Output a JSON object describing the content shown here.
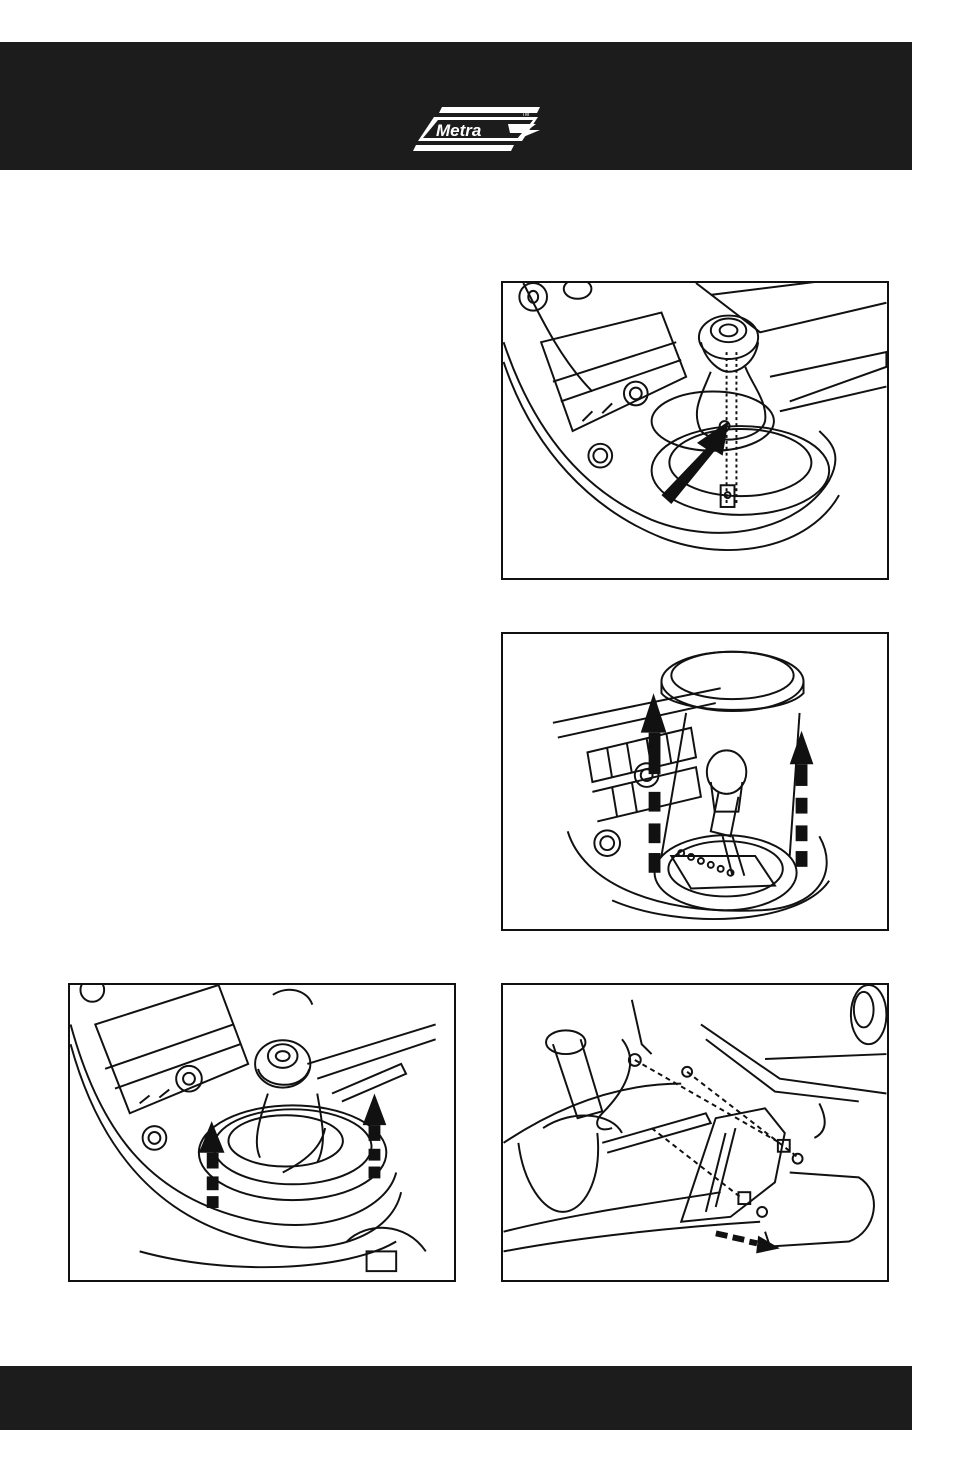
{
  "header": {
    "logo_text": "Metra",
    "logo_tm": "TM",
    "logo_icon": "metra-logo-icon"
  },
  "figures": [
    {
      "icon": "shift-knob-removal-illustration"
    },
    {
      "icon": "shifter-trim-ring-removal-illustration"
    },
    {
      "icon": "shift-boot-removal-illustration"
    },
    {
      "icon": "console-panel-removal-illustration"
    }
  ],
  "colors": {
    "band": "#1c1c1c",
    "line": "#111111",
    "background": "#ffffff"
  }
}
